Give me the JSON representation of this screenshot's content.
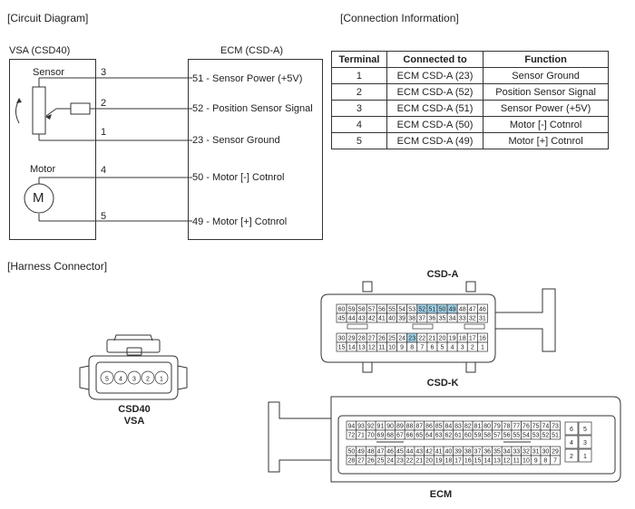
{
  "headers": {
    "circuit": "[Circuit Diagram]",
    "connection": "[Connection Information]",
    "harness": "[Harness Connector]"
  },
  "vsa": {
    "title": "VSA (CSD40)",
    "sensor_label": "Sensor",
    "motor_label": "Motor",
    "motor_symbol": "M",
    "pins": [
      "3",
      "2",
      "1",
      "4",
      "5"
    ]
  },
  "ecm": {
    "title": "ECM (CSD-A)",
    "terminals": [
      "51 - Sensor Power (+5V)",
      "52 - Position Sensor Signal",
      "23 - Sensor Ground",
      "50 - Motor [-] Cotnrol",
      "49 - Motor [+] Cotnrol"
    ]
  },
  "table": {
    "headers": [
      "Terminal",
      "Connected to",
      "Function"
    ],
    "rows": [
      [
        "1",
        "ECM CSD-A (23)",
        "Sensor Ground"
      ],
      [
        "2",
        "ECM CSD-A (52)",
        "Position Sensor Signal"
      ],
      [
        "3",
        "ECM CSD-A (51)",
        "Sensor Power (+5V)"
      ],
      [
        "4",
        "ECM CSD-A (50)",
        "Motor [-] Cotnrol"
      ],
      [
        "5",
        "ECM CSD-A (49)",
        "Motor [+] Cotnrol"
      ]
    ]
  },
  "connectors": {
    "csd40_pins": [
      "5",
      "4",
      "3",
      "2",
      "1"
    ],
    "csd40_label1": "CSD40",
    "csd40_label2": "VSA",
    "csda_label": "CSD-A",
    "csdk_label": "CSD-K",
    "ecm_label": "ECM",
    "csda_rows": [
      [
        "60",
        "59",
        "58",
        "57",
        "56",
        "55",
        "54",
        "53",
        "52",
        "51",
        "50",
        "49",
        "48",
        "47",
        "46"
      ],
      [
        "45",
        "44",
        "43",
        "42",
        "41",
        "40",
        "39",
        "38",
        "37",
        "36",
        "35",
        "34",
        "33",
        "32",
        "31"
      ],
      [
        "30",
        "29",
        "28",
        "27",
        "26",
        "25",
        "24",
        "23",
        "22",
        "21",
        "20",
        "19",
        "18",
        "17",
        "16"
      ],
      [
        "15",
        "14",
        "13",
        "12",
        "11",
        "10",
        "9",
        "8",
        "7",
        "6",
        "5",
        "4",
        "3",
        "2",
        "1"
      ]
    ],
    "csda_highlight": [
      "52",
      "51",
      "50",
      "49",
      "23"
    ],
    "csdk_rows": [
      [
        "94",
        "93",
        "92",
        "91",
        "90",
        "89",
        "88",
        "87",
        "86",
        "85",
        "84",
        "83",
        "82",
        "81",
        "80",
        "79",
        "78",
        "77",
        "76",
        "75",
        "74",
        "73"
      ],
      [
        "72",
        "71",
        "70",
        "69",
        "68",
        "67",
        "66",
        "65",
        "64",
        "63",
        "62",
        "61",
        "60",
        "59",
        "58",
        "57",
        "56",
        "55",
        "54",
        "53",
        "52",
        "51"
      ],
      [
        "50",
        "49",
        "48",
        "47",
        "46",
        "45",
        "44",
        "43",
        "42",
        "41",
        "40",
        "39",
        "38",
        "37",
        "36",
        "35",
        "34",
        "33",
        "32",
        "31",
        "30",
        "29"
      ],
      [
        "28",
        "27",
        "26",
        "25",
        "24",
        "23",
        "22",
        "21",
        "20",
        "19",
        "18",
        "17",
        "16",
        "15",
        "14",
        "13",
        "12",
        "11",
        "10",
        "9",
        "8",
        "7"
      ]
    ],
    "csdk_side": [
      [
        "6",
        "5"
      ],
      [
        "4",
        "3"
      ],
      [
        "2",
        "1"
      ]
    ]
  }
}
